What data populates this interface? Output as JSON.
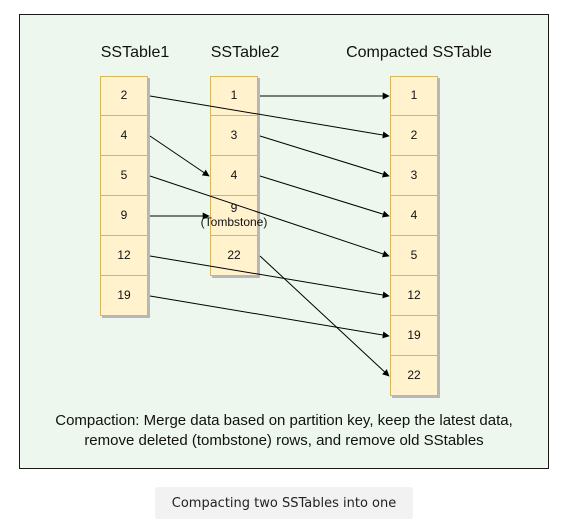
{
  "tables": {
    "sstable1": {
      "title": "SSTable1",
      "cells": [
        "2",
        "4",
        "5",
        "9",
        "12",
        "19"
      ]
    },
    "sstable2": {
      "title": "SSTable2",
      "cells": [
        "1",
        "3",
        "4",
        "9\n(Tombstone)",
        "22"
      ]
    },
    "compacted": {
      "title": "Compacted SSTable",
      "cells": [
        "1",
        "2",
        "3",
        "4",
        "5",
        "12",
        "19",
        "22"
      ]
    }
  },
  "caption": {
    "line1": "Compaction: Merge data based on partition key, keep the latest data,",
    "line2": "remove deleted (tombstone) rows, and remove old SStables"
  },
  "figure_caption": "Compacting two SSTables into one",
  "colors": {
    "background": "#edf7ed",
    "cell_fill": "#fff2cc",
    "cell_border": "#d6b656",
    "arrow": "#000000"
  },
  "arrows": [
    {
      "from": [
        "sstable2",
        0
      ],
      "to": [
        "compacted",
        0
      ]
    },
    {
      "from": [
        "sstable1",
        0
      ],
      "to": [
        "compacted",
        1
      ]
    },
    {
      "from": [
        "sstable2",
        1
      ],
      "to": [
        "compacted",
        2
      ]
    },
    {
      "from": [
        "sstable1",
        1
      ],
      "to": [
        "sstable2",
        2
      ]
    },
    {
      "from": [
        "sstable2",
        2
      ],
      "to": [
        "compacted",
        3
      ]
    },
    {
      "from": [
        "sstable1",
        2
      ],
      "to": [
        "compacted",
        4
      ]
    },
    {
      "from": [
        "sstable1",
        3
      ],
      "to": [
        "sstable2",
        3
      ]
    },
    {
      "from": [
        "sstable1",
        4
      ],
      "to": [
        "compacted",
        5
      ]
    },
    {
      "from": [
        "sstable1",
        5
      ],
      "to": [
        "compacted",
        6
      ]
    },
    {
      "from": [
        "sstable2",
        4
      ],
      "to": [
        "compacted",
        7
      ]
    }
  ]
}
